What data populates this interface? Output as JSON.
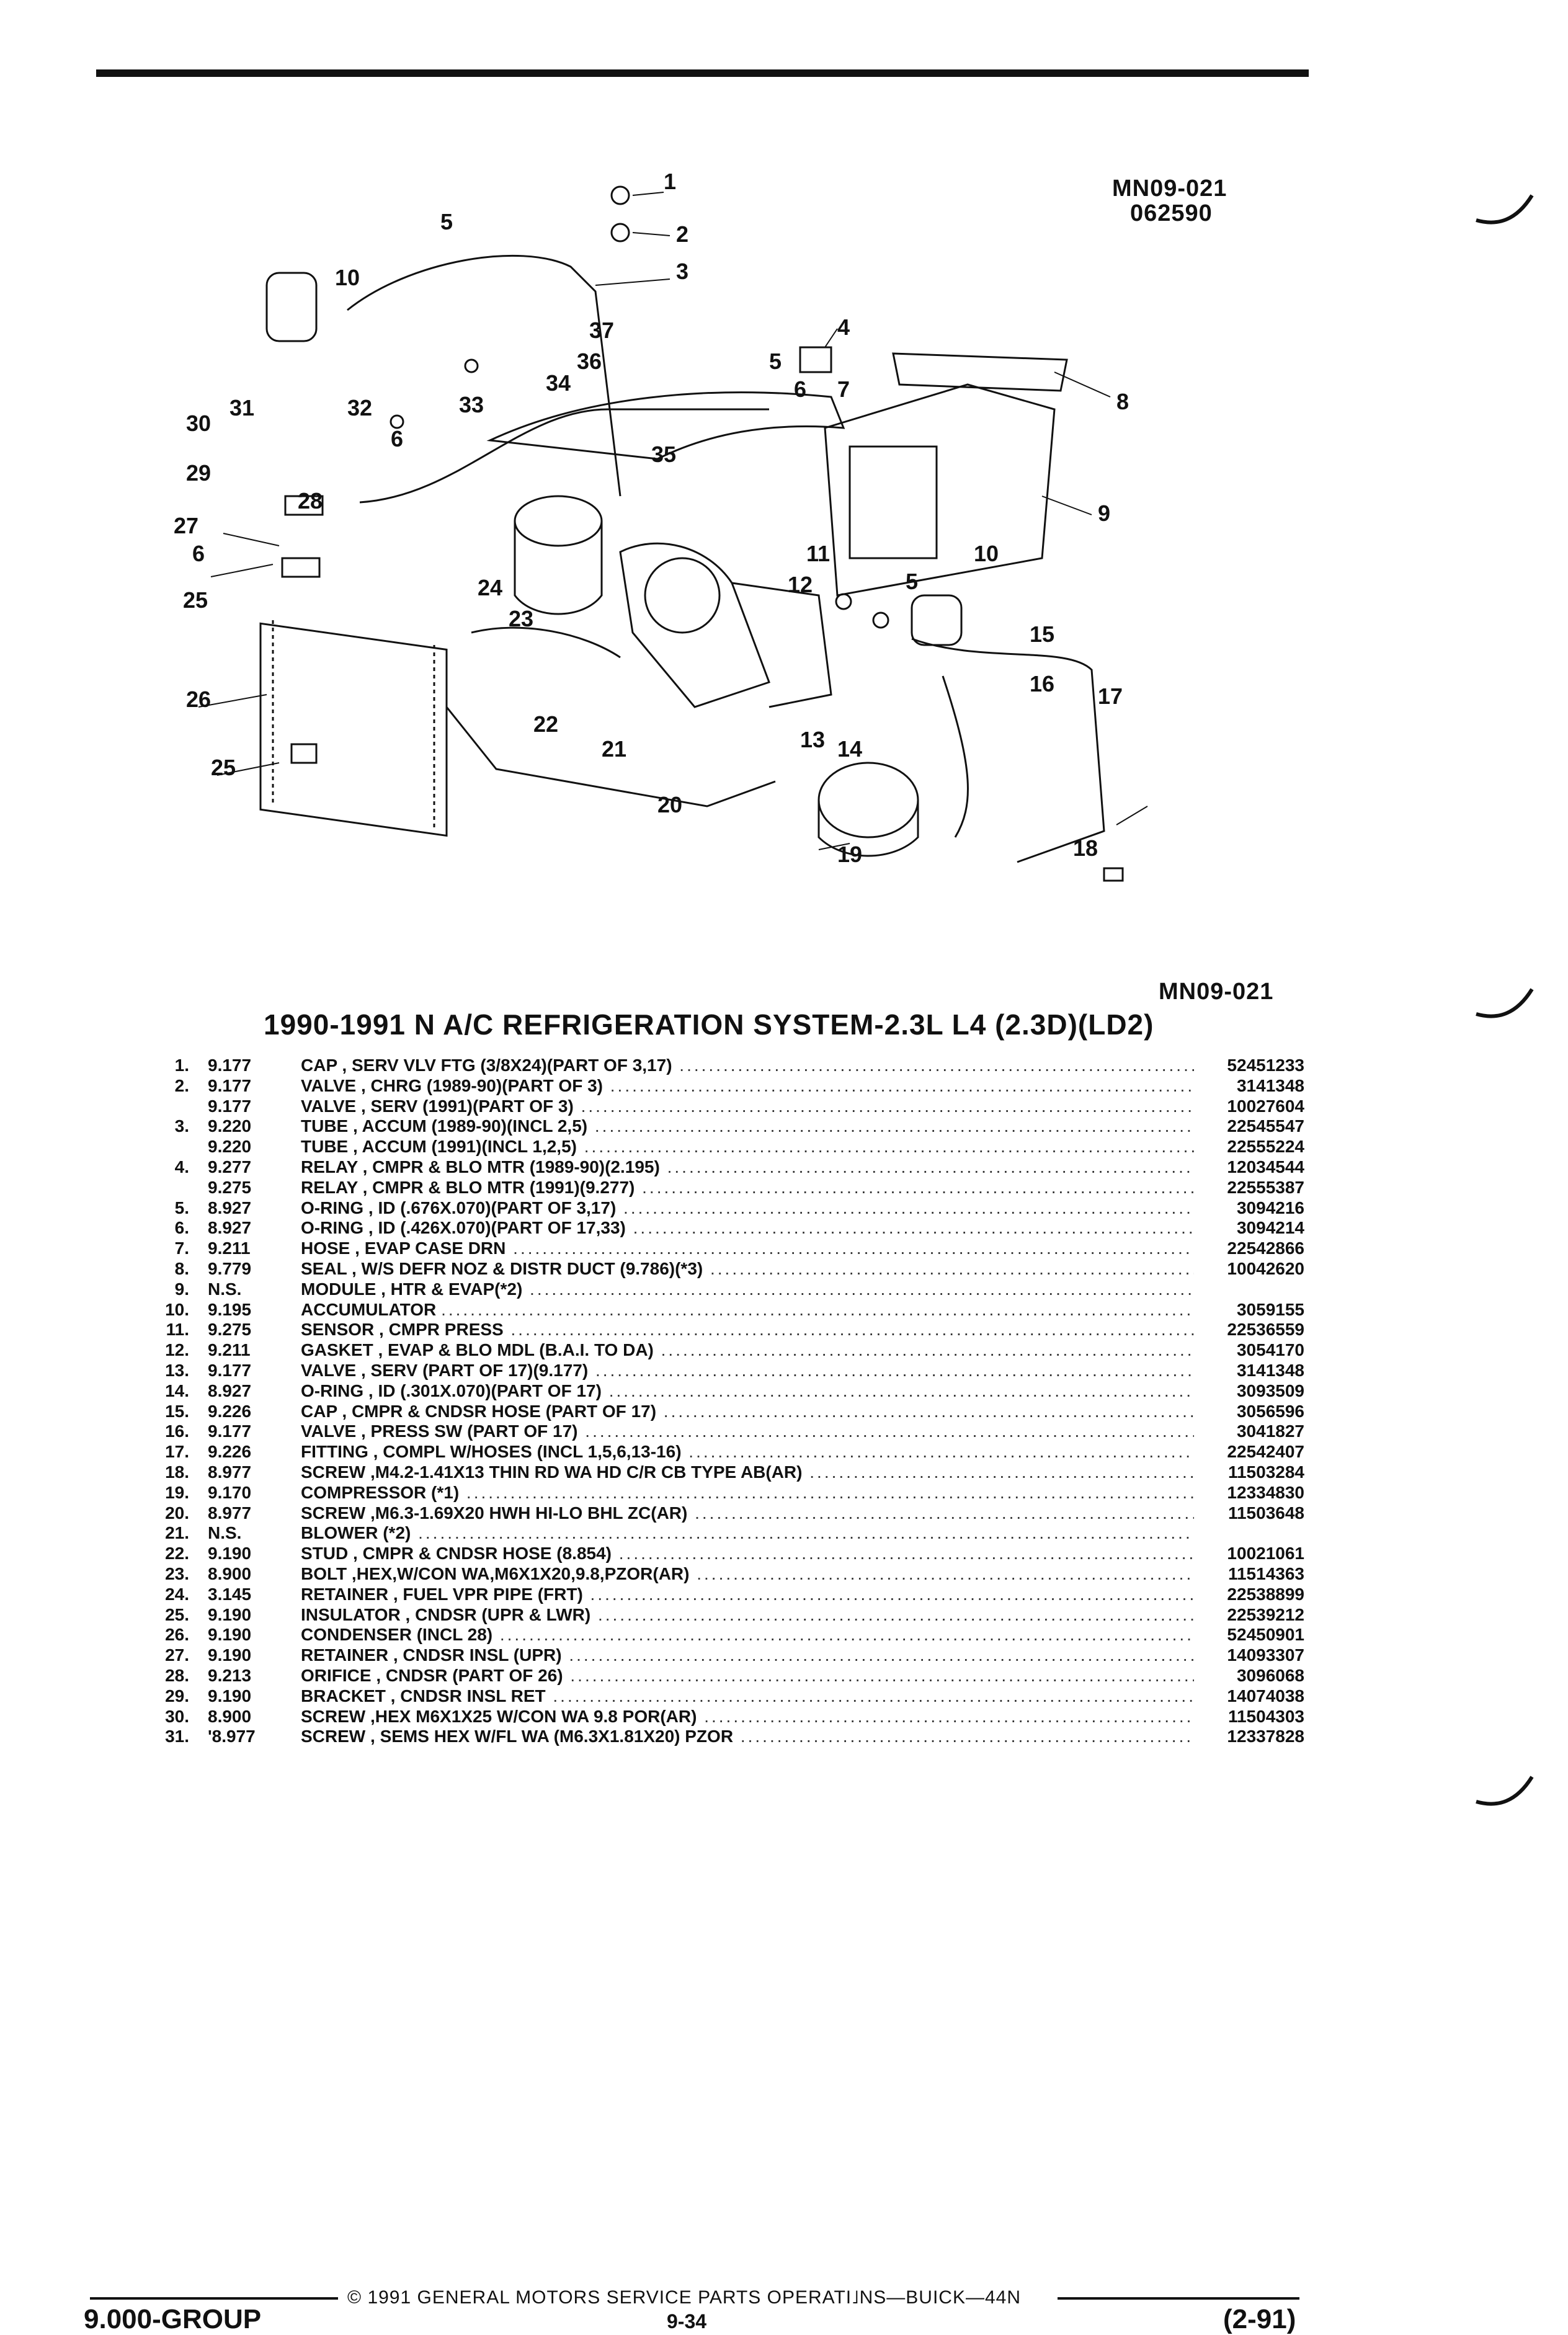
{
  "header": {
    "ref_code": "MN09-021",
    "ref_date": "062590",
    "ref_code_lower": "MN09-021"
  },
  "diagram": {
    "callouts": [
      "1",
      "2",
      "3",
      "4",
      "5",
      "5",
      "5",
      "6",
      "6",
      "6",
      "7",
      "8",
      "9",
      "10",
      "10",
      "11",
      "12",
      "13",
      "14",
      "15",
      "16",
      "17",
      "18",
      "19",
      "20",
      "21",
      "22",
      "23",
      "24",
      "25",
      "25",
      "26",
      "27",
      "28",
      "29",
      "30",
      "31",
      "32",
      "33",
      "34",
      "35",
      "36",
      "37"
    ]
  },
  "title": "1990-1991 N A/C REFRIGERATION SYSTEM-2.3L L4 (2.3D)(LD2)",
  "parts": [
    {
      "num": "1.",
      "grp": "9.177",
      "name": "CAP",
      "detail": ", SERV VLV FTG (3/8X24)(PART OF 3,17)",
      "pn": "52451233"
    },
    {
      "num": "2.",
      "grp": "9.177",
      "name": "VALVE",
      "detail": ", CHRG (1989-90)(PART OF 3)",
      "pn": "3141348"
    },
    {
      "num": "",
      "grp": "9.177",
      "name": "VALVE",
      "detail": ", SERV (1991)(PART OF 3)",
      "pn": "10027604"
    },
    {
      "num": "3.",
      "grp": "9.220",
      "name": "TUBE",
      "detail": ", ACCUM (1989-90)(INCL 2,5)",
      "pn": "22545547"
    },
    {
      "num": "",
      "grp": "9.220",
      "name": "TUBE",
      "detail": ", ACCUM (1991)(INCL 1,2,5)",
      "pn": "22555224"
    },
    {
      "num": "4.",
      "grp": "9.277",
      "name": "RELAY",
      "detail": ", CMPR & BLO MTR (1989-90)(2.195)",
      "pn": "12034544"
    },
    {
      "num": "",
      "grp": "9.275",
      "name": "RELAY",
      "detail": ", CMPR & BLO MTR (1991)(9.277)",
      "pn": "22555387"
    },
    {
      "num": "5.",
      "grp": "8.927",
      "name": "O-RING",
      "detail": ", ID (.676X.070)(PART OF 3,17)",
      "pn": "3094216"
    },
    {
      "num": "6.",
      "grp": "8.927",
      "name": "O-RING",
      "detail": ", ID (.426X.070)(PART OF 17,33)",
      "pn": "3094214"
    },
    {
      "num": "7.",
      "grp": "9.211",
      "name": "HOSE",
      "detail": ", EVAP CASE DRN",
      "pn": "22542866"
    },
    {
      "num": "8.",
      "grp": "9.779",
      "name": "SEAL",
      "detail": ", W/S DEFR NOZ & DISTR DUCT (9.786)(*3)",
      "pn": "10042620"
    },
    {
      "num": "9.",
      "grp": "N.S.",
      "name": "MODULE",
      "detail": ", HTR & EVAP(*2)",
      "pn": ""
    },
    {
      "num": "10.",
      "grp": "9.195",
      "name": "ACCUMULATOR",
      "detail": "",
      "pn": "3059155"
    },
    {
      "num": "11.",
      "grp": "9.275",
      "name": "SENSOR",
      "detail": ", CMPR PRESS",
      "pn": "22536559"
    },
    {
      "num": "12.",
      "grp": "9.211",
      "name": "GASKET",
      "detail": ", EVAP & BLO MDL (B.A.I. TO DA)",
      "pn": "3054170"
    },
    {
      "num": "13.",
      "grp": "9.177",
      "name": "VALVE",
      "detail": ", SERV (PART OF 17)(9.177)",
      "pn": "3141348"
    },
    {
      "num": "14.",
      "grp": "8.927",
      "name": "O-RING",
      "detail": ", ID (.301X.070)(PART OF 17)",
      "pn": "3093509"
    },
    {
      "num": "15.",
      "grp": "9.226",
      "name": "CAP",
      "detail": ", CMPR & CNDSR HOSE (PART OF 17)",
      "pn": "3056596"
    },
    {
      "num": "16.",
      "grp": "9.177",
      "name": "VALVE",
      "detail": ", PRESS SW (PART OF 17)",
      "pn": "3041827"
    },
    {
      "num": "17.",
      "grp": "9.226",
      "name": "FITTING",
      "detail": ", COMPL W/HOSES (INCL 1,5,6,13-16)",
      "pn": "22542407"
    },
    {
      "num": "18.",
      "grp": "8.977",
      "name": "SCREW",
      "detail": ",M4.2-1.41X13 THIN RD WA HD C/R CB TYPE AB(AR)",
      "pn": "11503284"
    },
    {
      "num": "19.",
      "grp": "9.170",
      "name": "COMPRESSOR",
      "detail": "(*1)",
      "pn": "12334830"
    },
    {
      "num": "20.",
      "grp": "8.977",
      "name": "SCREW",
      "detail": ",M6.3-1.69X20 HWH HI-LO BHL ZC(AR)",
      "pn": "11503648"
    },
    {
      "num": "21.",
      "grp": "N.S.",
      "name": "BLOWER",
      "detail": "(*2)",
      "pn": ""
    },
    {
      "num": "22.",
      "grp": "9.190",
      "name": "STUD",
      "detail": ", CMPR & CNDSR HOSE (8.854)",
      "pn": "10021061"
    },
    {
      "num": "23.",
      "grp": "8.900",
      "name": "BOLT",
      "detail": ",HEX,W/CON WA,M6X1X20,9.8,PZOR(AR)",
      "pn": "11514363"
    },
    {
      "num": "24.",
      "grp": "3.145",
      "name": "RETAINER",
      "detail": ", FUEL VPR PIPE (FRT)",
      "pn": "22538899"
    },
    {
      "num": "25.",
      "grp": "9.190",
      "name": "INSULATOR",
      "detail": ", CNDSR (UPR & LWR)",
      "pn": "22539212"
    },
    {
      "num": "26.",
      "grp": "9.190",
      "name": "CONDENSER",
      "detail": "(INCL 28)",
      "pn": "52450901"
    },
    {
      "num": "27.",
      "grp": "9.190",
      "name": "RETAINER",
      "detail": ", CNDSR INSL (UPR)",
      "pn": "14093307"
    },
    {
      "num": "28.",
      "grp": "9.213",
      "name": "ORIFICE",
      "detail": ", CNDSR (PART OF 26)",
      "pn": "3096068"
    },
    {
      "num": "29.",
      "grp": "9.190",
      "name": "BRACKET",
      "detail": ", CNDSR INSL RET",
      "pn": "14074038"
    },
    {
      "num": "30.",
      "grp": "8.900",
      "name": "SCREW",
      "detail": ",HEX M6X1X25 W/CON WA 9.8 POR(AR)",
      "pn": "11504303"
    },
    {
      "num": "31.",
      "grp": "'8.977",
      "name": "SCREW",
      "detail": ", SEMS HEX W/FL WA (M6.3X1.81X20) PZOR",
      "pn": "12337828"
    }
  ],
  "footer": {
    "copyright": "© 1991 GENERAL MOTORS SERVICE PARTS OPERATI˩NS—BUICK—44N",
    "group": "9.000-GROUP",
    "page": "9-34",
    "date": "(2-91)"
  }
}
